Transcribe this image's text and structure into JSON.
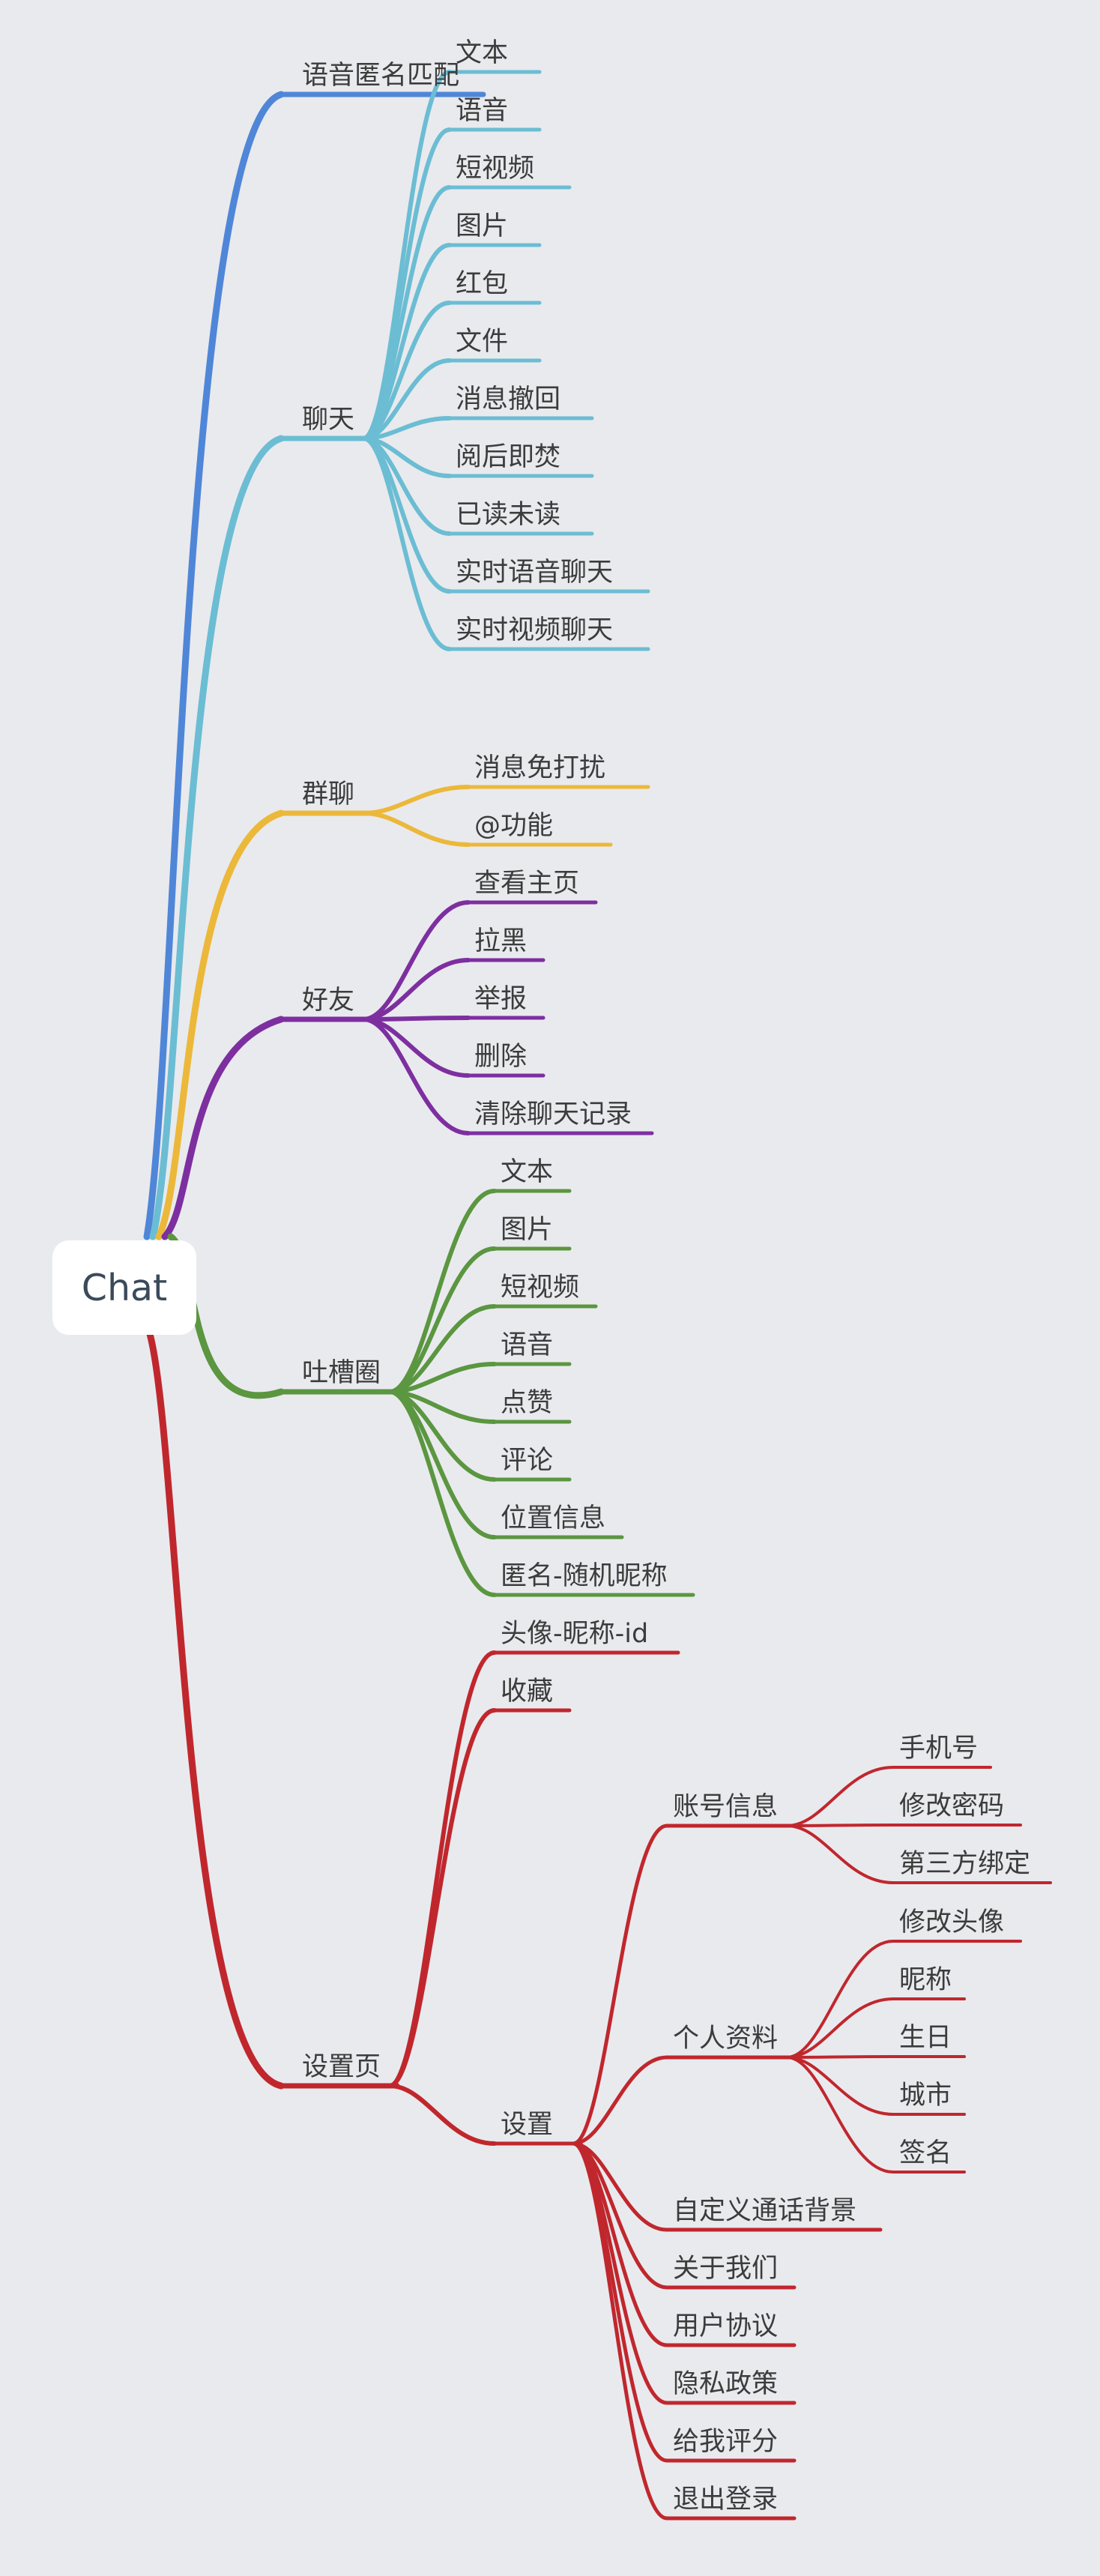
{
  "root": {
    "label": "Chat"
  },
  "colors": {
    "background": "#e9eaee",
    "blue": "#4f86d8",
    "teal": "#6bbdd3",
    "yellow": "#ecb83a",
    "purple": "#7d2fa0",
    "green": "#5b9640",
    "red": "#c0272d"
  },
  "branches": [
    {
      "label": "语音匿名匹配",
      "color": "#4f86d8"
    },
    {
      "label": "聊天",
      "color": "#6bbdd3",
      "children": [
        {
          "label": "文本"
        },
        {
          "label": "语音"
        },
        {
          "label": "短视频"
        },
        {
          "label": "图片"
        },
        {
          "label": "红包"
        },
        {
          "label": "文件"
        },
        {
          "label": "消息撤回"
        },
        {
          "label": "阅后即焚"
        },
        {
          "label": "已读未读"
        },
        {
          "label": "实时语音聊天"
        },
        {
          "label": "实时视频聊天"
        }
      ]
    },
    {
      "label": "群聊",
      "color": "#ecb83a",
      "children": [
        {
          "label": "消息免打扰"
        },
        {
          "label": "@功能"
        }
      ]
    },
    {
      "label": "好友",
      "color": "#7d2fa0",
      "children": [
        {
          "label": "查看主页"
        },
        {
          "label": "拉黑"
        },
        {
          "label": "举报"
        },
        {
          "label": "删除"
        },
        {
          "label": "清除聊天记录"
        }
      ]
    },
    {
      "label": "吐槽圈",
      "color": "#5b9640",
      "children": [
        {
          "label": "文本"
        },
        {
          "label": "图片"
        },
        {
          "label": "短视频"
        },
        {
          "label": "语音"
        },
        {
          "label": "点赞"
        },
        {
          "label": "评论"
        },
        {
          "label": "位置信息"
        },
        {
          "label": "匿名-随机昵称"
        }
      ]
    },
    {
      "label": "设置页",
      "color": "#c0272d",
      "children": [
        {
          "label": "头像-昵称-id"
        },
        {
          "label": "收藏"
        },
        {
          "label": "设置",
          "children": [
            {
              "label": "账号信息",
              "children": [
                {
                  "label": "手机号"
                },
                {
                  "label": "修改密码"
                },
                {
                  "label": "第三方绑定"
                }
              ]
            },
            {
              "label": "个人资料",
              "children": [
                {
                  "label": "修改头像"
                },
                {
                  "label": "昵称"
                },
                {
                  "label": "生日"
                },
                {
                  "label": "城市"
                },
                {
                  "label": "签名"
                }
              ]
            },
            {
              "label": "自定义通话背景"
            },
            {
              "label": "关于我们"
            },
            {
              "label": "用户协议"
            },
            {
              "label": "隐私政策"
            },
            {
              "label": "给我评分"
            },
            {
              "label": "退出登录"
            }
          ]
        }
      ]
    }
  ]
}
